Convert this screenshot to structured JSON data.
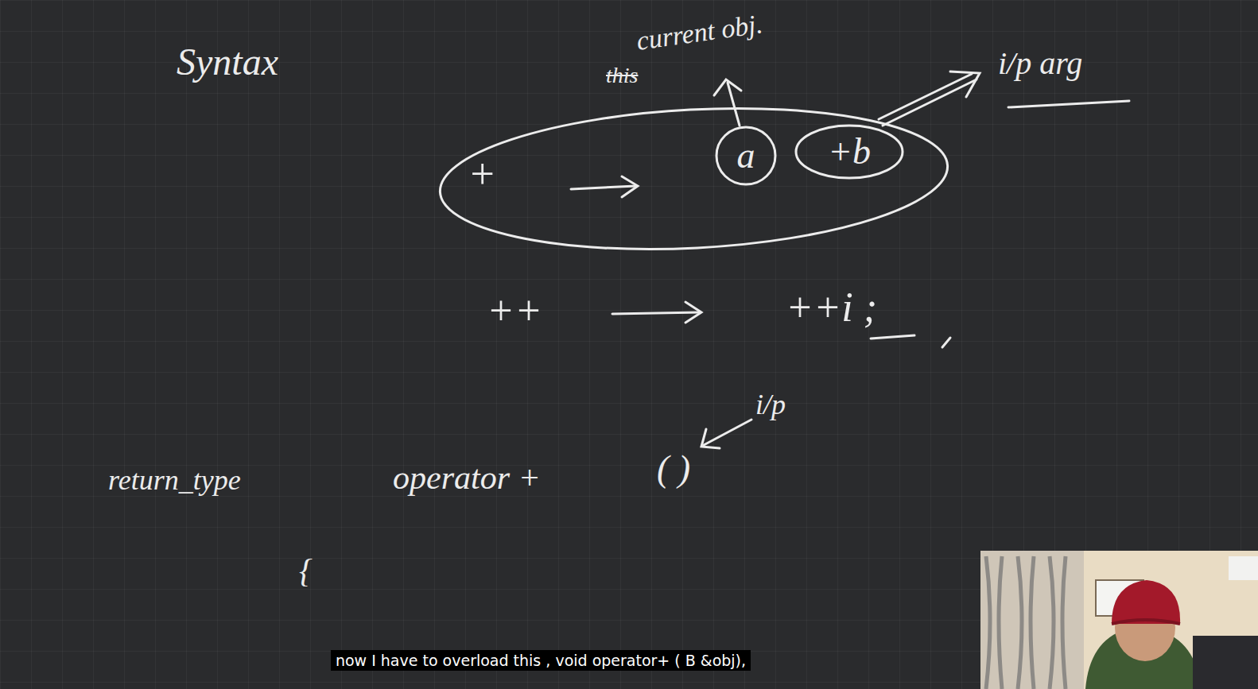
{
  "diagram": {
    "nodes": [
      {
        "text": [
          "+"
        ]
      },
      {
        "text": [
          "a"
        ],
        "in": 0
      },
      {
        "text": [
          "+b"
        ],
        "in": 0
      }
    ],
    "labels": [
      "Syntax",
      "this",
      "current obj.",
      "i/p arg",
      "++",
      "++i ;",
      "i/p",
      "return_type",
      "operator +",
      "( )",
      "{",
      "now I have to overload this , void operator+ ( B &obj),"
    ]
  }
}
